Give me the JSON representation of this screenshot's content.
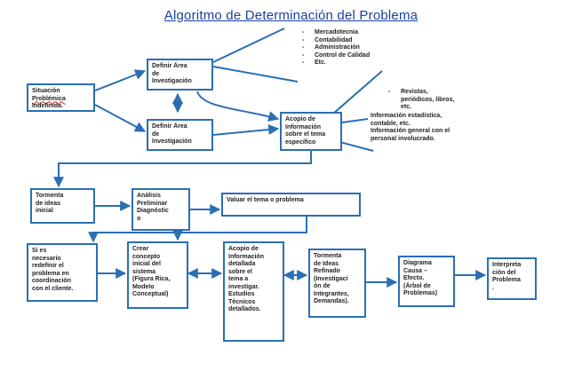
{
  "title": "Algoritmo de Determinación del Problema",
  "colors": {
    "line": "#2a6fb2",
    "title": "#1b3fa0",
    "spell": "#d21f1f"
  },
  "nodes": {
    "situacion": [
      "Situación",
      "Problémica",
      "Indefinida."
    ],
    "definir1": [
      "Definir Área",
      "de",
      "Investigación"
    ],
    "definir2": [
      "Definir Área",
      "de",
      "Investigación"
    ],
    "acopio1": [
      "Acopio de",
      "Información",
      "sobre el tema",
      "específico"
    ],
    "tormenta": [
      "Tormenta",
      "de ideas",
      "inicial"
    ],
    "analisis": [
      "Análisis",
      "Preliminar",
      "Diagnóstic",
      "o"
    ],
    "valuar": [
      "Valuar el tema o problema"
    ],
    "redefinir": [
      "Si es",
      "necesario",
      "redefinir el",
      "problema en",
      "coordinación",
      "con el cliente."
    ],
    "crear": [
      "Crear",
      "concepto",
      "inicial del",
      "sistema",
      "(Figura Rica,",
      "Modelo",
      "Conceptual)"
    ],
    "acopio2": [
      "Acopio de",
      "Información",
      "detallada",
      "sobre el",
      "tema a",
      "investigar.",
      "Estudios",
      "Técnicos",
      "detallados."
    ],
    "refinado": [
      "Tormenta",
      "de Ideas",
      "Refinado",
      "(Investigaci",
      "ón de",
      "Integrantes,",
      "Demandas)."
    ],
    "diagrama": [
      "Diagrama",
      "Causa –",
      "Efecto.",
      "(Árbol de",
      "Problemas)"
    ],
    "interpretacion": [
      "Interpreta",
      "ción del",
      "Problema",
      "."
    ]
  },
  "notes": {
    "areas": [
      "Mercadotecnia",
      "Contabilidad",
      "Administración",
      "Control de Calidad",
      "Etc."
    ],
    "fuentes_bullet": [
      "Revistas,",
      "periódicos, libros,",
      "etc."
    ],
    "fuentes": [
      "Información estadística,",
      "contable, etc.",
      "Información general con el",
      "personal involucrado."
    ]
  }
}
